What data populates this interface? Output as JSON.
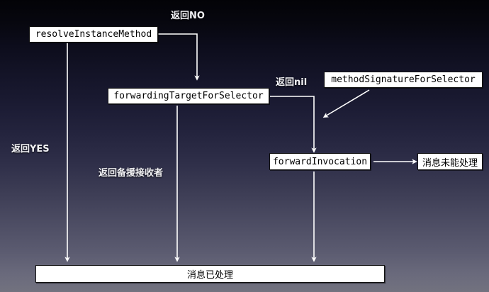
{
  "diagram": {
    "title": "Objective-C message forwarding flow",
    "background": {
      "top_color": "#030307",
      "mid_color": "#24243e",
      "bottom_color": "#72727f"
    },
    "wire_color": "#ffffff",
    "nodes": {
      "resolve_instance_method": "resolveInstanceMethod",
      "forwarding_target_for_selector": "forwardingTargetForSelector",
      "method_signature_for_selector": "methodSignatureForSelector",
      "forward_invocation": "forwardInvocation",
      "message_unhandled": "消息未能处理",
      "message_handled": "消息已处理"
    },
    "edge_labels": {
      "return_no": "返回NO",
      "return_nil": "返回nil",
      "return_yes": "返回YES",
      "return_backup_receiver": "返回备援接收者"
    }
  }
}
